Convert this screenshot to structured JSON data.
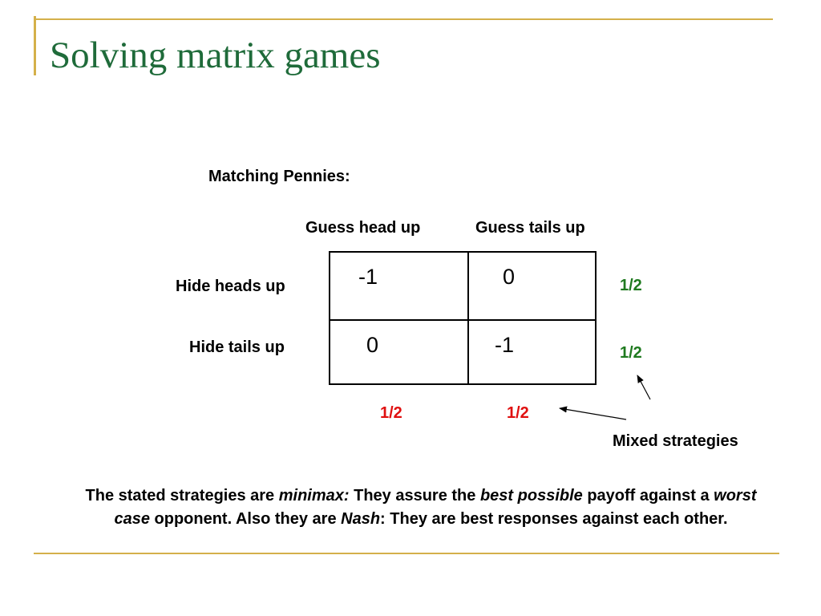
{
  "slide": {
    "title": "Solving matrix games",
    "game_name": "Matching Pennies:",
    "column_labels": [
      "Guess head up",
      "Guess tails up"
    ],
    "row_labels": [
      "Hide heads up",
      "Hide tails up"
    ],
    "payoffs": [
      [
        "-1",
        "0"
      ],
      [
        "0",
        "-1"
      ]
    ],
    "row_probabilities": [
      "1/2",
      "1/2"
    ],
    "column_probabilities": [
      "1/2",
      "1/2"
    ],
    "mixed_label": "Mixed strategies",
    "note": {
      "p1": "The stated strategies are ",
      "e1": "minimax:",
      "p2": " They assure the ",
      "e2": "best possible",
      "p3": " payoff against a ",
      "e3": "worst case",
      "p4": " opponent. Also they are ",
      "e4": "Nash",
      "p5": ": They are best responses against each other."
    }
  },
  "colors": {
    "title": "#1f6b3a",
    "accent": "#d4b04a",
    "row_probability": "#1f7a1f",
    "column_probability": "#e01010"
  }
}
